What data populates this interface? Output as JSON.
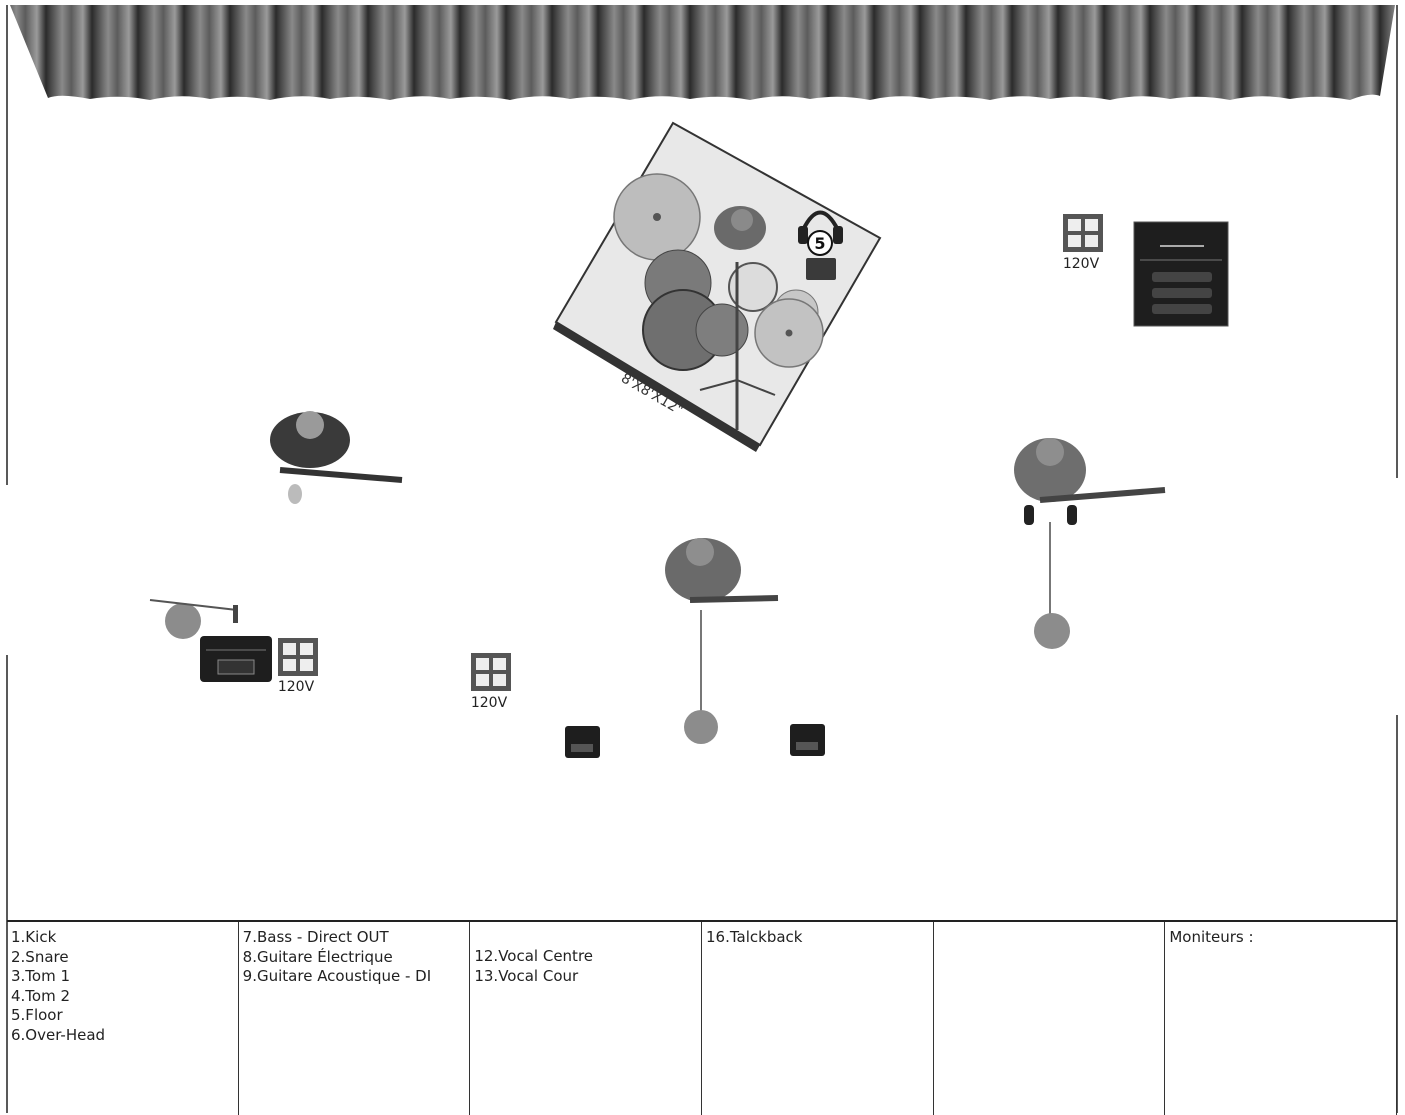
{
  "stage": {
    "riser_label": "8'X8'X12\"",
    "talkback_number": "5",
    "power_label": "120V",
    "colors": {
      "curtain_dark": "#2b2b2b",
      "curtain_light": "#8a8a8a",
      "riser_fill": "#e8e8e8",
      "drum_shell": "#7a7a7a",
      "cymbal": "#b9b9b9",
      "person": "#6e6e6e",
      "amp": "#1e1e1e",
      "mic_base": "#8c8c8c"
    }
  },
  "input_list": {
    "col1": [
      "1.Kick",
      "2.Snare",
      "3.Tom 1",
      "4.Tom 2",
      "5.Floor",
      "6.Over-Head"
    ],
    "col2": [
      "7.Bass - Direct OUT",
      "8.Guitare Électrique",
      "9.Guitare Acoustique - DI"
    ],
    "col3": [
      "12.Vocal Centre",
      "13.Vocal Cour"
    ],
    "col4": [
      "16.Talckback"
    ],
    "col5": [],
    "col6": [
      "Moniteurs :"
    ]
  }
}
